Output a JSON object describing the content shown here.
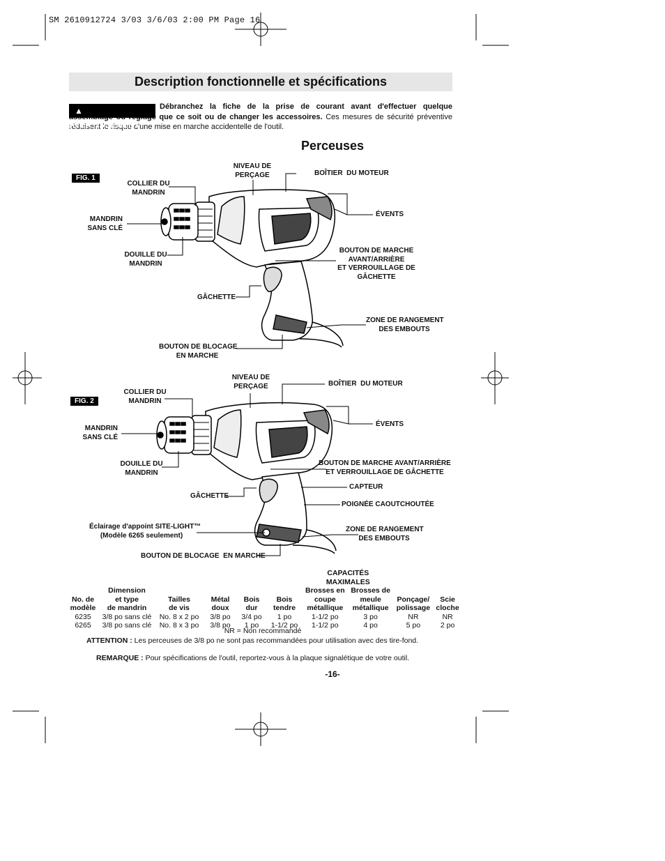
{
  "slug": "SM 2610912724 3/03  3/6/03  2:00 PM  Page 16",
  "title": "Description fonctionnelle et spécifications",
  "warning": {
    "badge": "AVERTISSEMENT",
    "bold_text": "Débranchez la fiche de la prise de courant avant d'effectuer quelque assemblage ou réglage que ce soit ou de changer les accessoires.",
    "normal_text": " Ces mesures de sécurité préventive réduisent le risque d'une mise en marche accidentelle de l'outil."
  },
  "subtitle": "Perceuses",
  "fig1": {
    "label": "FIG. 1",
    "labels": {
      "niveau": "NIVEAU DE\nPERÇAGE",
      "boitier": "BOÎTIER  DU MOTEUR",
      "collier": "COLLIER DU\nMANDRIN",
      "events": "ÉVENTS",
      "mandrin": "MANDRIN\nSANS CLÉ",
      "douille": "DOUILLE DU\nMANDRIN",
      "bouton_marche": "BOUTON DE MARCHE\nAVANT/ARRIÈRE\nET VERROUILLAGE DE\nGÂCHETTE",
      "gachette": "GÂCHETTE",
      "zone": "ZONE DE RANGEMENT\nDES EMBOUTS",
      "blocage": "BOUTON DE BLOCAGE\nEN MARCHE"
    }
  },
  "fig2": {
    "label": "FIG. 2",
    "labels": {
      "niveau": "NIVEAU DE\nPERÇAGE",
      "collier": "COLLIER DU\nMANDRIN",
      "boitier": "BOÎTIER  DU MOTEUR",
      "mandrin": "MANDRIN\nSANS CLÉ",
      "events": "ÉVENTS",
      "douille": "DOUILLE DU\nMANDRIN",
      "bouton_marche": "BOUTON DE MARCHE AVANT/ARRIÈRE\nET VERROUILLAGE DE GÂCHETTE",
      "capteur": "CAPTEUR",
      "gachette": "GÂCHETTE",
      "poignee": "POIGNÉE CAOUTCHOUTÉE",
      "eclairage": "Éclairage d'appoint SITE-LIGHT™\n(Modèle 6265 seulement)",
      "zone": "ZONE DE RANGEMENT\nDES EMBOUTS",
      "blocage": "BOUTON DE BLOCAGE  EN MARCHE"
    }
  },
  "table": {
    "group_header": "CAPACITÉS MAXIMALES",
    "headers": [
      "No. de\nmodèle",
      "Dimension\net type\nde mandrin",
      "Tailles\nde vis",
      "Métal\ndoux",
      "Bois\ndur",
      "Bois\ntendre",
      "Brosses en\ncoupe\nmétallique",
      "Brosses de\nmeule\nmétallique",
      "Ponçage/\npolissage",
      "Scie\ncloche"
    ],
    "rows": [
      [
        "6235",
        "3/8 po sans clé",
        "No. 8 x 2 po",
        "3/8 po",
        "3/4 po",
        "1 po",
        "1-1/2 po",
        "3 po",
        "NR",
        "NR"
      ],
      [
        "6265",
        "3/8 po sans clé",
        "No. 8 x 3 po",
        "3/8 po",
        "1 po",
        "1-1/2 po",
        "1-1/2 po",
        "4 po",
        "5 po",
        "2 po"
      ]
    ],
    "nr_note": "NR = Non recommandé"
  },
  "attention": {
    "label": "ATTENTION :",
    "text": "Les perceuses de 3/8 po ne sont pas recommandées pour utilisation avec des tire-fond."
  },
  "remarque": {
    "label": "REMARQUE :",
    "text": "Pour spécifications de l'outil, reportez-vous à la plaque signalétique de votre outil."
  },
  "page_number": "-16-"
}
